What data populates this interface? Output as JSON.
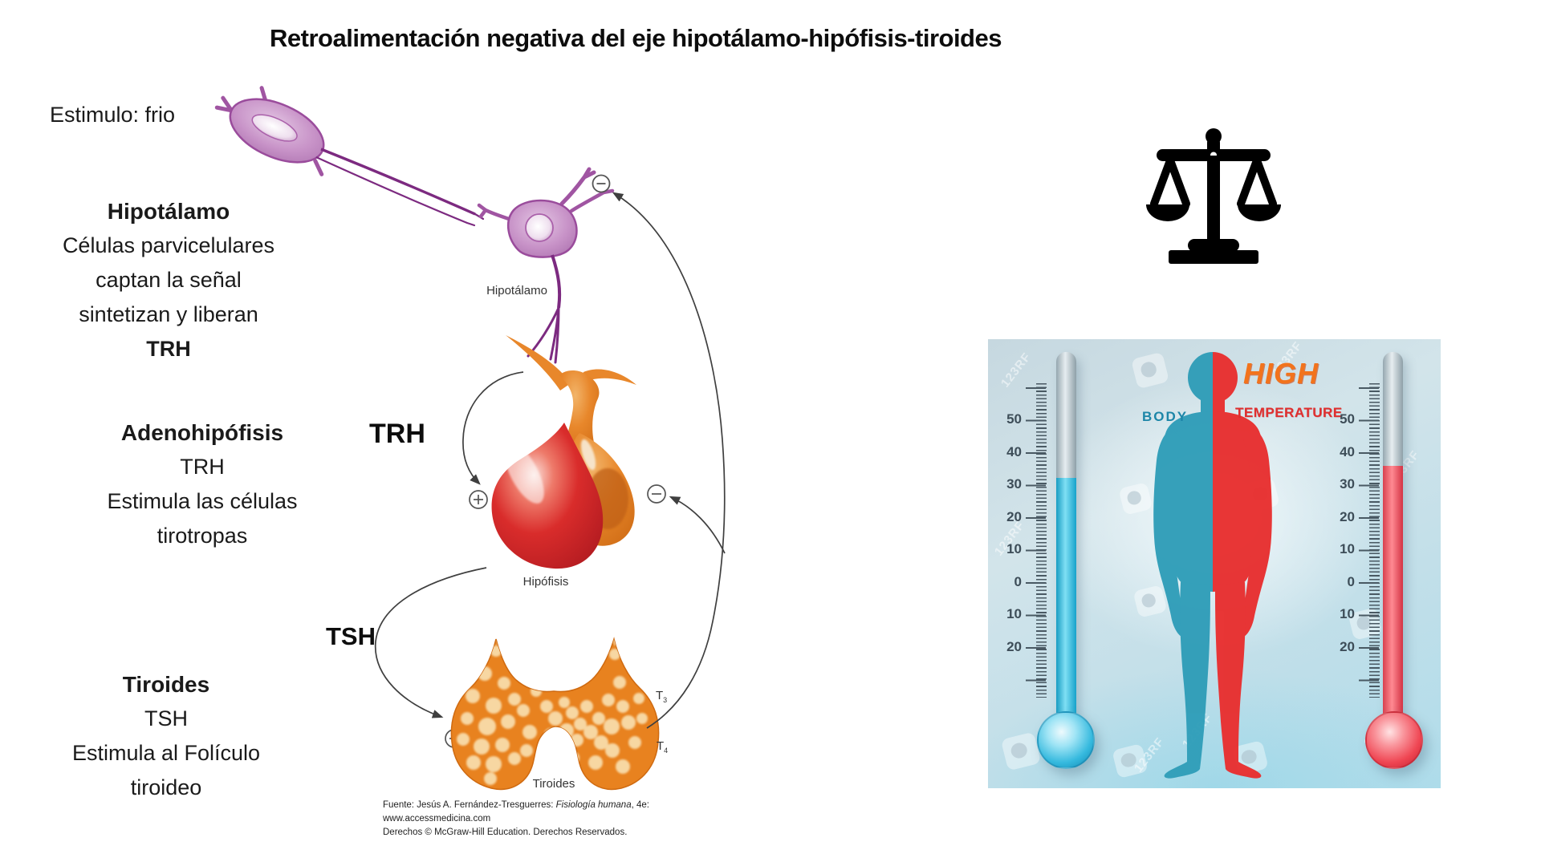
{
  "title": "Retroalimentación negativa del eje hipotálamo-hipófisis-tiroides",
  "stimulus_label": "Estimulo: frio",
  "left_column": {
    "hypothalamus": {
      "heading": "Hipotálamo",
      "line1": "Células parvicelulares",
      "line2": "captan la señal",
      "line3": "sintetizan y liberan",
      "hormone": "TRH"
    },
    "pituitary": {
      "heading": "Adenohipófisis",
      "line1": "TRH",
      "line2": "Estimula las células",
      "line3": "tirotropas"
    },
    "thyroid": {
      "heading": "Tiroides",
      "line1": "TSH",
      "line2": "Estimula al Folículo",
      "line3": "tiroideo"
    }
  },
  "diagram": {
    "trh_label": "TRH",
    "tsh_label": "TSH",
    "hypothalamus_label": "Hipotálamo",
    "pituitary_label": "Hipófisis",
    "thyroid_label": "Tiroides",
    "t3_base": "T",
    "t3_sub": "3",
    "t4_base": "T",
    "t4_sub": "4",
    "source": {
      "prefix": "Fuente: Jesús A. Fernández-Tresguerres: ",
      "book_italic": "Fisiología humana",
      "suffix": ", 4e:",
      "line2": "www.accessmedicina.com",
      "line3": "Derechos © McGraw-Hill Education. Derechos Reservados."
    }
  },
  "temperature_panel": {
    "body_label": "BODY",
    "high_label": "HIGH",
    "temperature_label": "TEMPERATURE",
    "scale_values": [
      "50",
      "40",
      "30",
      "20",
      "10",
      "0",
      "10",
      "20"
    ],
    "watermark_text": "123RF",
    "colors": {
      "cold": "#29b6dc",
      "hot": "#e83030",
      "body_label": "#1d86a8",
      "high_label": "#f2731c",
      "temperature_label": "#e02f2f"
    }
  }
}
